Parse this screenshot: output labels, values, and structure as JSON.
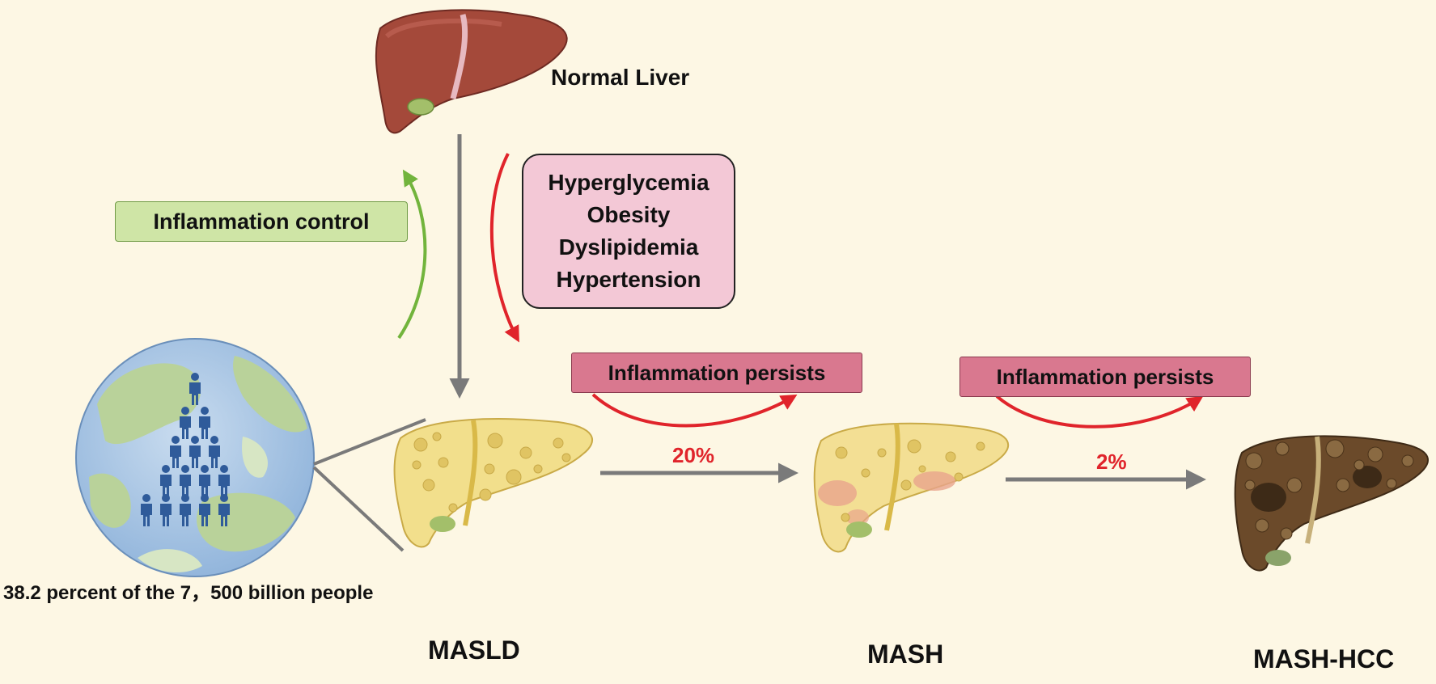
{
  "nodes": {
    "normal_liver": "Normal Liver",
    "masld": "MASLD",
    "mash": "MASH",
    "mash_hcc": "MASH-HCC"
  },
  "risk_factors": [
    "Hyperglycemia",
    "Obesity",
    "Dyslipidemia",
    "Hypertension"
  ],
  "inflammation_control": "Inflammation control",
  "persist_1": "Inflammation persists",
  "persist_2": "Inflammation persists",
  "rate_masld_to_mash": "20%",
  "rate_mash_to_hcc": "2%",
  "prevalence": "38.2 percent of the 7，500 billion people",
  "colors": {
    "background": "#fdf7e4",
    "control_box": "#cfe5a6",
    "risk_box": "#f3c8d6",
    "persist_box": "#d9788f",
    "red_arrow": "#e0242b",
    "green_arrow": "#72b43c",
    "gray_arrow": "#7a7a7a"
  }
}
